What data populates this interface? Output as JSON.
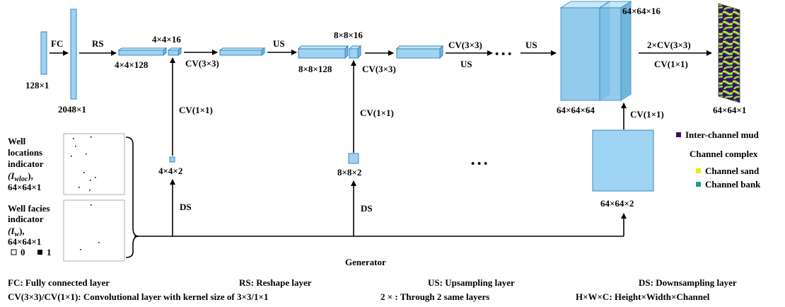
{
  "labels": {
    "fc": "FC",
    "rs": "RS",
    "us1": "US",
    "us2": "US",
    "us3": "US",
    "in128": "128×1",
    "fc2048": "2048×1",
    "s4x4x16": "4×4×16",
    "s4x4x128": "4×4×128",
    "cv3a": "CV(3×3)",
    "s8x8x16": "8×8×16",
    "s8x8x128": "8×8×128",
    "cv3b": "CV(3×3)",
    "cv3c": "CV(3×3)",
    "dots_top": "• • •",
    "s64x64x16": "64×64×16",
    "s64x64x64": "64×64×64",
    "twocv3": "2×CV(3×3)",
    "cv1out": "CV(1×1)",
    "s64x64x1": "64×64×1",
    "cv1a": "CV(1×1)",
    "cv1b": "CV(1×1)",
    "cv1c": "CV(1×1)",
    "s4x4x2": "4×4×2",
    "s8x8x2": "8×8×2",
    "dots_mid": "• • •",
    "s64x64x2": "64×64×2",
    "ds1": "DS",
    "ds2": "DS",
    "generator": "Generator"
  },
  "inputs": {
    "wloc_title_1": "Well",
    "wloc_title_2": "locations",
    "wloc_title_3": "indicator",
    "wloc_symbol": "(I",
    "wloc_sub": "wloc",
    "wloc_symbol_end": "),",
    "wloc_size": "64×64×1",
    "wf_title_1": "Well facies",
    "wf_title_2": "indicator",
    "wf_symbol": "(I",
    "wf_sub": "w",
    "wf_symbol_end": "),",
    "wf_size": "64×64×1",
    "key_zero": "0",
    "key_one": "1"
  },
  "facies_legend": {
    "mud": "Inter-channel mud",
    "complex": "Channel complex",
    "sand": "Channel sand",
    "bank": "Channel bank",
    "mud_color": "#3b0f5a",
    "sand_color": "#f2e600",
    "bank_color": "#1f9a8f"
  },
  "footnotes": {
    "fc": "FC: Fully connected layer",
    "rs": "RS: Reshape layer",
    "us": "US: Upsampling layer",
    "ds": "DS: Downsampling layer",
    "cv": "CV(3×3)/CV(1×1): Convolutional layer with kernel size of 3×3/1×1",
    "two": "2 × : Through 2 same layers",
    "hwc": "H×W×C: Height×Width×Channel"
  }
}
